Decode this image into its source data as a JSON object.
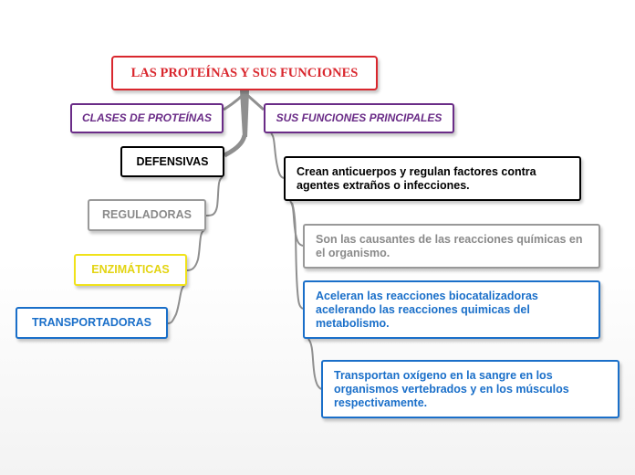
{
  "root": {
    "label": "LAS PROTEÍNAS Y SUS FUNCIONES"
  },
  "branches": {
    "clases": {
      "label": "CLASES DE PROTEÍNAS"
    },
    "funciones": {
      "label": "SUS FUNCIONES PRINCIPALES"
    }
  },
  "clases_items": [
    {
      "label": "DEFENSIVAS",
      "color": "#000000"
    },
    {
      "label": "REGULADORAS",
      "color": "#8a8a8a"
    },
    {
      "label": "ENZIMÁTICAS",
      "color": "#e3d412"
    },
    {
      "label": "TRANSPORTADORAS",
      "color": "#1a6fc9"
    }
  ],
  "funciones_items": [
    {
      "text": "Crean anticuerpos y regulan factores contra agentes extraños o infecciones.",
      "color": "#000000"
    },
    {
      "text": "Son las causantes de las reacciones químicas en el organismo.",
      "color": "#8a8a8a"
    },
    {
      "text": "Aceleran las reacciones biocatalizadoras acelerando las reacciones quimicas del metabolismo.",
      "color": "#1a6fc9"
    },
    {
      "text": "Transportan oxígeno en la sangre en los organismos vertebrados y en los músculos respectivamente.",
      "color": "#1a6fc9"
    }
  ],
  "colors": {
    "root_border": "#d9272e",
    "branch_border": "#6a2c87",
    "connector": "#8f8f8f"
  }
}
